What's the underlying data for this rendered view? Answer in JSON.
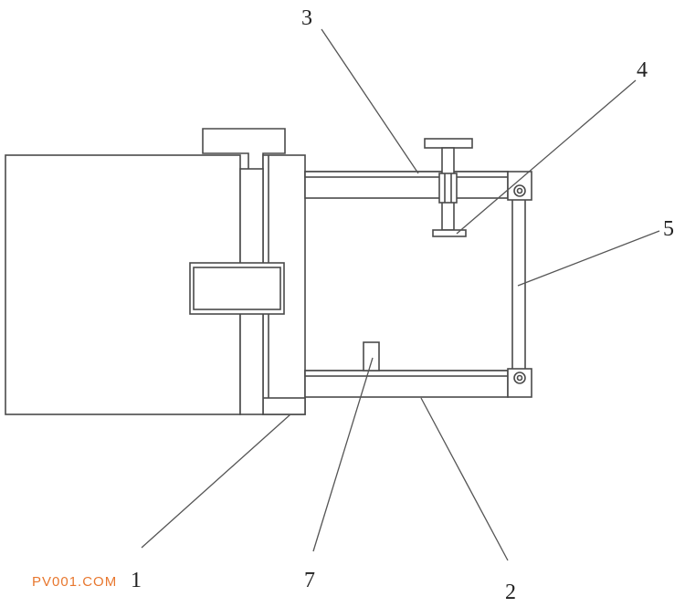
{
  "labels": {
    "part_1": "1",
    "part_2": "2",
    "part_3": "3",
    "part_4": "4",
    "part_5": "5",
    "part_7": "7"
  },
  "watermark": {
    "text": "PV001.COM",
    "color": "#e8772e"
  },
  "colors": {
    "stroke": "#4a4a4a",
    "background": "#ffffff"
  }
}
